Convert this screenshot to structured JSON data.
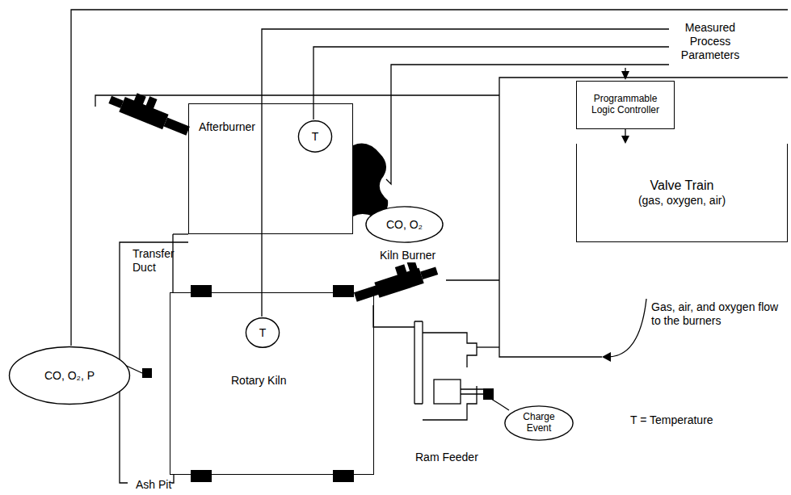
{
  "diagram": {
    "nodes": [
      {
        "text": [
          "Afterburner"
        ]
      },
      {
        "text": [
          "T"
        ],
        "in": 0
      },
      {
        "text": [
          "CO, O₂"
        ]
      },
      {
        "text": [
          "Programmable Logic Controller"
        ]
      },
      {
        "text": [
          "Valve Train",
          "(gas, oxygen, air)"
        ]
      },
      {
        "text": [
          "Rotary Kiln"
        ]
      },
      {
        "text": [
          "T"
        ],
        "in": 5
      },
      {
        "text": [
          "CO, O₂, P"
        ]
      },
      {
        "text": [
          "Charge Event"
        ]
      }
    ],
    "edges": [
      {
        "from": 3,
        "to": 4,
        "arrow": "to"
      }
    ],
    "labels": [
      "Measured Process Parameters",
      "Transfer Duct",
      "Kiln Burner",
      "Ram Feeder",
      "Ash Pit",
      "T = Temperature",
      "Gas, air, and oxygen flow to the burners"
    ]
  }
}
